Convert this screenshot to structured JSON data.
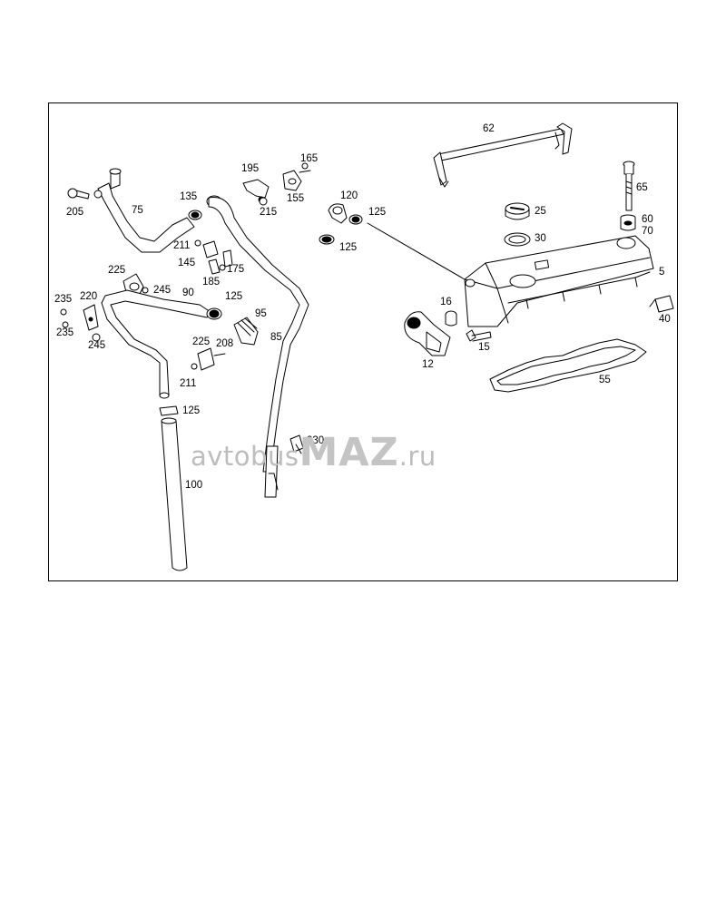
{
  "diagram": {
    "callouts": [
      {
        "id": "62",
        "text": "62"
      },
      {
        "id": "165",
        "text": "165"
      },
      {
        "id": "195",
        "text": "195"
      },
      {
        "id": "155",
        "text": "155"
      },
      {
        "id": "215",
        "text": "215"
      },
      {
        "id": "135",
        "text": "135"
      },
      {
        "id": "205",
        "text": "205"
      },
      {
        "id": "75",
        "text": "75"
      },
      {
        "id": "120",
        "text": "120"
      },
      {
        "id": "125a",
        "text": "125"
      },
      {
        "id": "125b",
        "text": "125"
      },
      {
        "id": "25",
        "text": "25"
      },
      {
        "id": "65",
        "text": "65"
      },
      {
        "id": "60",
        "text": "60"
      },
      {
        "id": "70",
        "text": "70"
      },
      {
        "id": "30",
        "text": "30"
      },
      {
        "id": "211a",
        "text": "211"
      },
      {
        "id": "145",
        "text": "145"
      },
      {
        "id": "175",
        "text": "175"
      },
      {
        "id": "185",
        "text": "185"
      },
      {
        "id": "5",
        "text": "5"
      },
      {
        "id": "225a",
        "text": "225"
      },
      {
        "id": "245a",
        "text": "245"
      },
      {
        "id": "90",
        "text": "90"
      },
      {
        "id": "125c",
        "text": "125"
      },
      {
        "id": "235a",
        "text": "235"
      },
      {
        "id": "220",
        "text": "220"
      },
      {
        "id": "16",
        "text": "16"
      },
      {
        "id": "40",
        "text": "40"
      },
      {
        "id": "95",
        "text": "95"
      },
      {
        "id": "235b",
        "text": "235"
      },
      {
        "id": "245b",
        "text": "245"
      },
      {
        "id": "85",
        "text": "85"
      },
      {
        "id": "225b",
        "text": "225"
      },
      {
        "id": "208",
        "text": "208"
      },
      {
        "id": "15",
        "text": "15"
      },
      {
        "id": "12",
        "text": "12"
      },
      {
        "id": "211b",
        "text": "211"
      },
      {
        "id": "55",
        "text": "55"
      },
      {
        "id": "125d",
        "text": "125"
      },
      {
        "id": "230",
        "text": "230"
      },
      {
        "id": "100",
        "text": "100"
      }
    ]
  },
  "watermark": {
    "pre": "avtobus",
    "brand": "MAZ",
    "post": ".ru"
  }
}
